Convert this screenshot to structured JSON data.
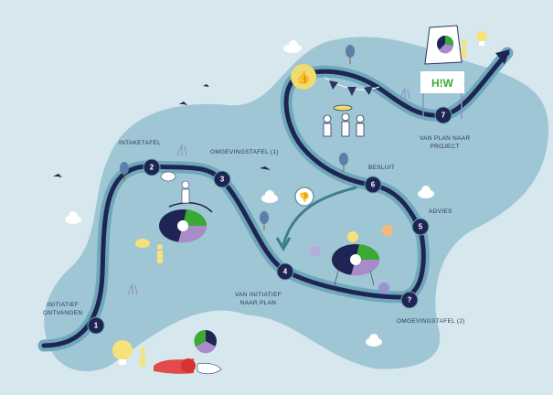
{
  "title": "Van initiatief naar project",
  "colors": {
    "background": "#d6e8ee",
    "land": "#9fc6d4",
    "road_shadow": "#6fa8ba",
    "road": "#1e2553",
    "pie_green": "#3aaa35",
    "pie_purple": "#a98bc9",
    "pie_navy": "#1e2553",
    "bulb_yellow": "#f5e27a",
    "flag_red": "#e34b4b"
  },
  "steps": [
    {
      "number": "1",
      "label_lines": [
        "INITIATIEF",
        "ONTVANGEN"
      ]
    },
    {
      "number": "2",
      "label_lines": [
        "INTAKETAFEL"
      ]
    },
    {
      "number": "3",
      "label_lines": [
        "OMGEVINGSTAFEL (1)"
      ]
    },
    {
      "number": "4",
      "label_lines": [
        "VAN INITIATIEF",
        "NAAR PLAN"
      ]
    },
    {
      "number": "?",
      "label_lines": [
        "OMGEVINGSTAFEL (2)"
      ]
    },
    {
      "number": "5",
      "label_lines": [
        "ADVIES"
      ]
    },
    {
      "number": "6",
      "label_lines": [
        "BESLUIT"
      ]
    },
    {
      "number": "7",
      "label_lines": [
        "VAN PLAN NAAR",
        "PROJECT"
      ]
    }
  ],
  "sign_text": "H!W",
  "icons": [
    "lightbulb-icon",
    "person-icon",
    "red-carpet-icon",
    "hand-icon",
    "pie-chart-icon",
    "thumbs-up-icon",
    "thumbs-down-icon",
    "cloud-icon",
    "tree-icon",
    "bird-icon",
    "grass-icon",
    "flipchart-icon",
    "banner-sign-icon",
    "round-table-icon",
    "celebrating-people-icon",
    "speech-bubble-icon",
    "return-arrow-icon"
  ]
}
